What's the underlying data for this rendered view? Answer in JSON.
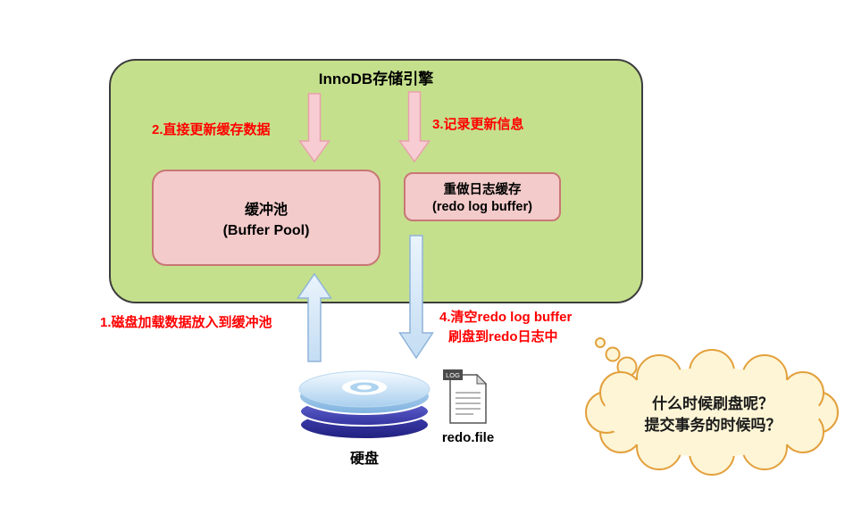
{
  "engine": {
    "title": "InnoDB存储引擎"
  },
  "buffer_pool": {
    "line1": "缓冲池",
    "line2": "(Buffer Pool)"
  },
  "redo_log_buffer": {
    "line1": "重做日志缓存",
    "line2": "(redo log buffer)"
  },
  "steps": {
    "step1": "1.磁盘加载数据放入到缓冲池",
    "step2": "2.直接更新缓存数据",
    "step3": "3.记录更新信息",
    "step4_line1": "4.清空redo log buffer",
    "step4_line2": "刷盘到redo日志中"
  },
  "disk": {
    "label": "硬盘"
  },
  "redo_file": {
    "label": "redo.file",
    "badge": "LOG"
  },
  "thought_bubble": {
    "line1": "什么时候刷盘呢？",
    "line2": "提交事务的时候吗？"
  },
  "colors": {
    "container_fill": "#c5e08c",
    "container_border": "#3d3d3d",
    "box_fill": "#f2cbca",
    "box_border": "#c97676",
    "step_text": "#ff0000",
    "pink_arrow_fill": "#f7cdd3",
    "pink_arrow_border": "#e8a0ab",
    "blue_arrow_fill": "#d3e6f6",
    "blue_arrow_border": "#8fb4da",
    "cloud_fill": "#fdf5d6",
    "cloud_border": "#e3a03c",
    "disk_dark": "#20207e",
    "disk_light": "#a9cfee"
  }
}
